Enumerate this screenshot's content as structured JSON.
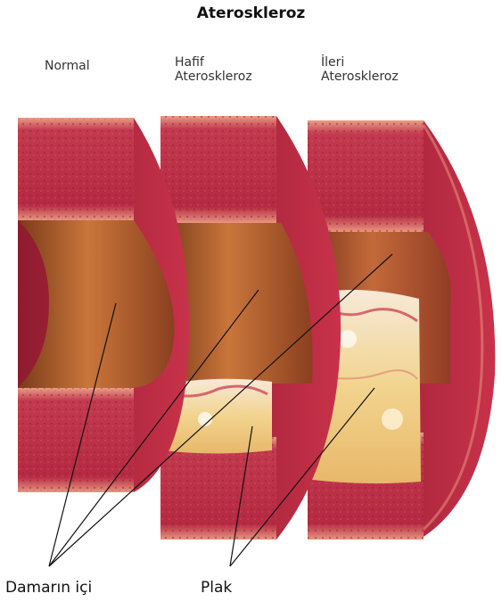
{
  "title": "Ateroskleroz",
  "stages": {
    "normal": "Normal",
    "mild_line1": "Hafif",
    "mild_line2": "Ateroskleroz",
    "advanced_line1": "İleri",
    "advanced_line2": "Ateroskleroz"
  },
  "callouts": {
    "lumen": "Damarın içi",
    "plaque": "Plak"
  },
  "colors": {
    "vessel_wall": "#c8324a",
    "vessel_outer": "#f0a08a",
    "lumen_inner": "#b8642e",
    "plaque": "#f3dca6"
  }
}
